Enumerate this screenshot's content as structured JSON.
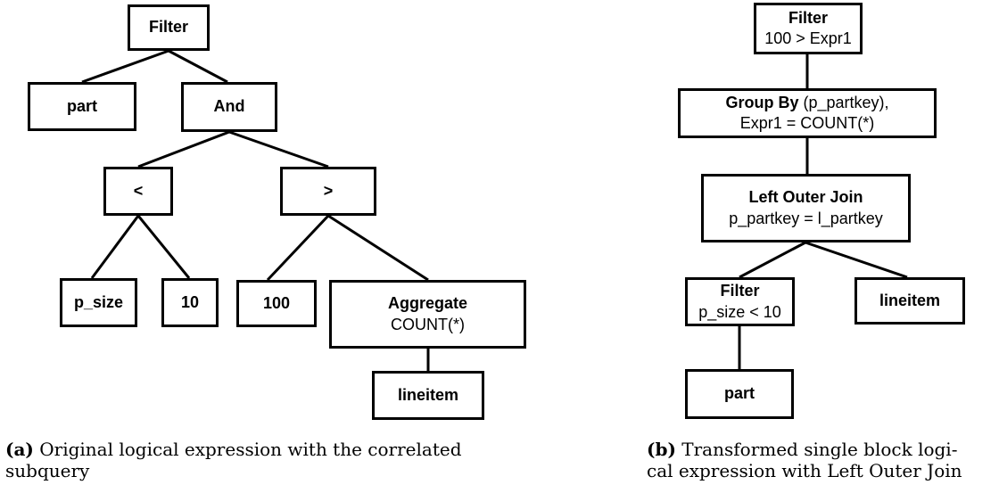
{
  "tree_a": {
    "filter": "Filter",
    "part": "part",
    "and": "And",
    "lt": "<",
    "gt": ">",
    "p_size": "p_size",
    "ten": "10",
    "hundred": "100",
    "aggregate": "Aggregate",
    "count": "COUNT(*)",
    "lineitem": "lineitem"
  },
  "tree_b": {
    "filter_top": "Filter",
    "filter_top_cond": "100 > Expr1",
    "groupby": "Group By",
    "groupby_keys": " (p_partkey),",
    "groupby_expr": "Expr1 = COUNT(*)",
    "loj": "Left Outer Join",
    "loj_cond": "p_partkey = l_partkey",
    "filter_low": "Filter",
    "filter_low_cond": "p_size < 10",
    "lineitem": "lineitem",
    "part": "part"
  },
  "captions": {
    "a_tag": "(a)",
    "a_line1": " Original logical expression with the correlated",
    "a_line2": "subquery",
    "b_tag": "(b)",
    "b_line1": " Transformed single block logi-",
    "b_line2": "cal expression with Left Outer Join"
  }
}
